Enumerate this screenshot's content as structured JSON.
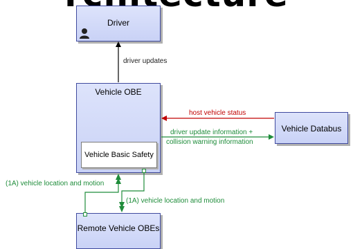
{
  "title_partial": "rchitecture",
  "nodes": {
    "driver": "Driver",
    "vehicle_obe": "Vehicle OBE",
    "vehicle_basic_safety": "Vehicle Basic Safety",
    "vehicle_databus": "Vehicle Databus",
    "remote_vehicle_obes": "Remote Vehicle OBEs"
  },
  "flows": {
    "driver_updates": "driver updates",
    "host_vehicle_status": "host vehicle status",
    "driver_update_info_line1": "driver update information +",
    "driver_update_info_line2": "collision warning information",
    "location_motion_out": "(1A) vehicle location and motion",
    "location_motion_in": "(1A) vehicle location and motion"
  },
  "colors": {
    "node_fill": "#c9d2f6",
    "node_border": "#3f4a9e",
    "flow_black": "#000000",
    "flow_red": "#c00000",
    "flow_green": "#1e8c3a"
  },
  "icons": [
    "user-icon"
  ]
}
